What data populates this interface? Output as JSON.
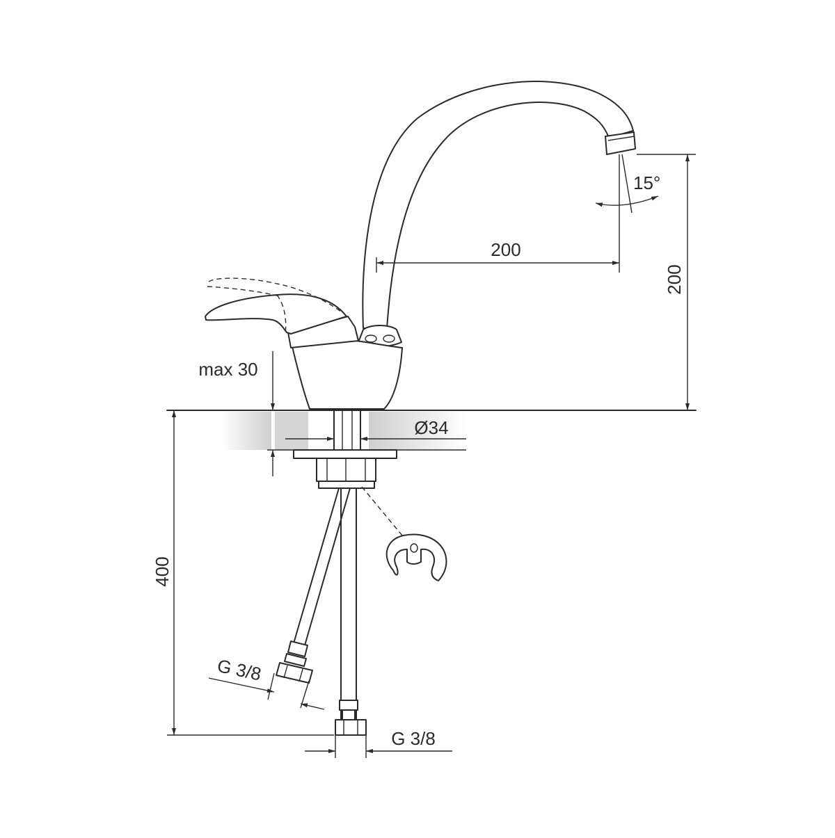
{
  "dimensions": {
    "spout_reach": "200",
    "spout_height": "200",
    "spray_angle": "15°",
    "max_counter_thickness": "max 30",
    "mount_hole_diameter": "Ø34",
    "hose_length": "400",
    "left_hose_thread": "G 3/8",
    "right_hose_thread": "G 3/8"
  },
  "colors": {
    "line": "#2a2a2a",
    "background": "#ffffff",
    "countertop_shade": "#d9d9d9"
  }
}
